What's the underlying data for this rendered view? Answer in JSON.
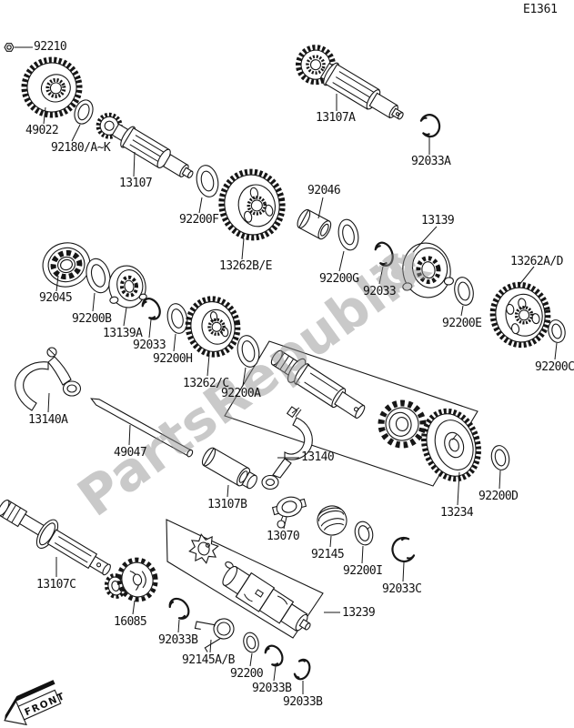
{
  "diagram": {
    "code": "E1361",
    "front_label": "FRONT",
    "watermark": "PartsRepublik"
  },
  "parts": [
    {
      "text": "92210"
    },
    {
      "text": "49022"
    },
    {
      "text": "92180/A~K"
    },
    {
      "text": "13107"
    },
    {
      "text": "92200F"
    },
    {
      "text": "13262B/E"
    },
    {
      "text": "13107A"
    },
    {
      "text": "92033A"
    },
    {
      "text": "92046"
    },
    {
      "text": "92200G"
    },
    {
      "text": "92033"
    },
    {
      "text": "13139"
    },
    {
      "text": "92200E"
    },
    {
      "text": "13262A/D"
    },
    {
      "text": "92200C"
    },
    {
      "text": "92045"
    },
    {
      "text": "92200B"
    },
    {
      "text": "13139A"
    },
    {
      "text": "92033"
    },
    {
      "text": "92200H"
    },
    {
      "text": "13262/C"
    },
    {
      "text": "92200A"
    },
    {
      "text": "13140A"
    },
    {
      "text": "49047"
    },
    {
      "text": "13140"
    },
    {
      "text": "13107B"
    },
    {
      "text": "13070"
    },
    {
      "text": "92145"
    },
    {
      "text": "92200I"
    },
    {
      "text": "92033C"
    },
    {
      "text": "92200D"
    },
    {
      "text": "13234"
    },
    {
      "text": "13107C"
    },
    {
      "text": "16085"
    },
    {
      "text": "13239"
    },
    {
      "text": "92033B"
    },
    {
      "text": "92145A/B"
    },
    {
      "text": "92200"
    },
    {
      "text": "92033B"
    },
    {
      "text": "92033B"
    }
  ]
}
